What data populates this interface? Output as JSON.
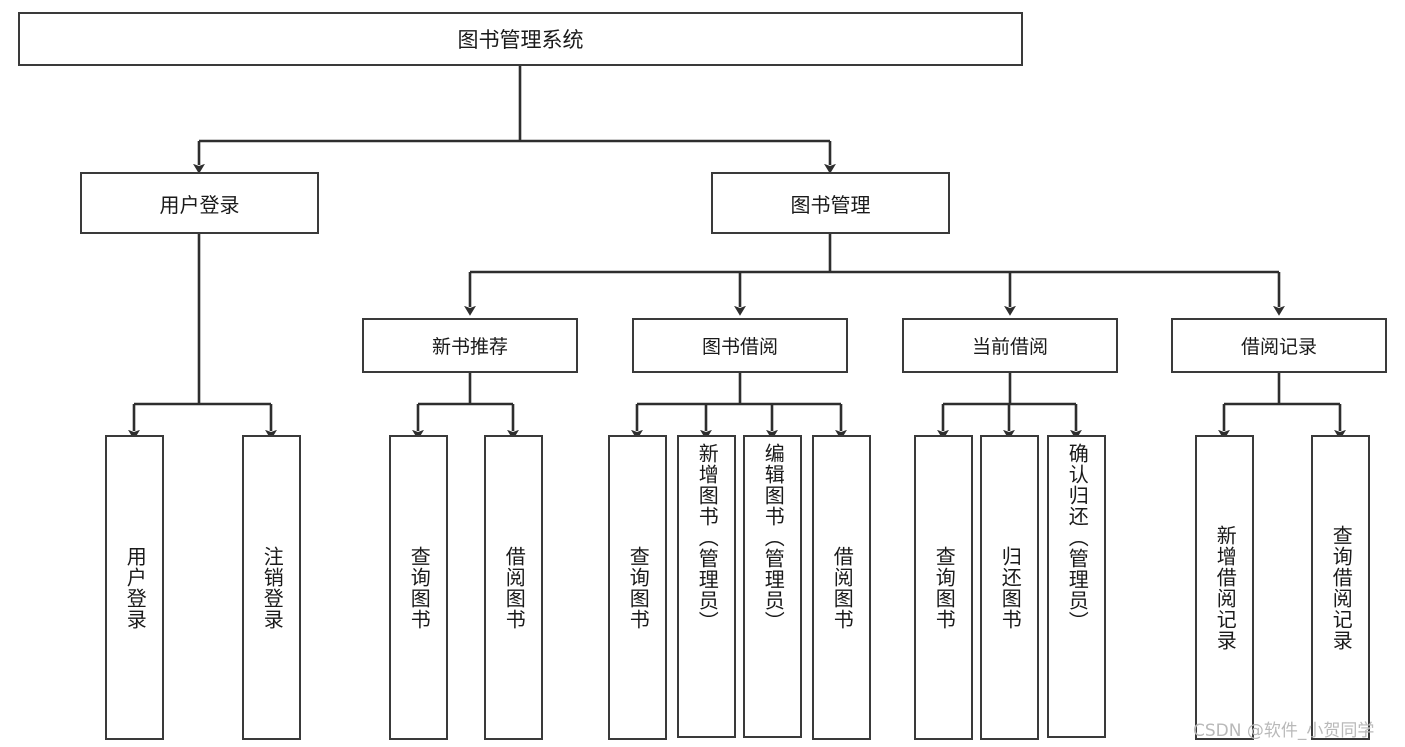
{
  "diagram": {
    "title": "图书管理系统",
    "watermark": "CSDN @软件_小贺同学",
    "stroke_color": "#3a3a3a",
    "background_color": "#ffffff",
    "text_color": "#1a1a1a",
    "watermark_color": "#b9b9b9",
    "type": "tree-hierarchy-diagram",
    "nodes": {
      "root": "图书管理系统",
      "level2": {
        "user_login": "用户登录",
        "book_manage": "图书管理"
      },
      "level3": {
        "new_book_rec": "新书推荐",
        "book_borrow": "图书借阅",
        "current_borrow": "当前借阅",
        "borrow_record": "借阅记录"
      },
      "leaves": {
        "user_login_1": "用户登录",
        "user_login_2": "注销登录",
        "new_book_1": "查询图书",
        "new_book_2": "借阅图书",
        "borrow_1": "查询图书",
        "borrow_2": "新增图书（管理员）",
        "borrow_3": "编辑图书（管理员）",
        "borrow_4": "借阅图书",
        "current_1": "查询图书",
        "current_2": "归还图书",
        "current_3": "确认归还（管理员）",
        "record_1": "新增借阅记录",
        "record_2": "查询借阅记录"
      }
    }
  }
}
